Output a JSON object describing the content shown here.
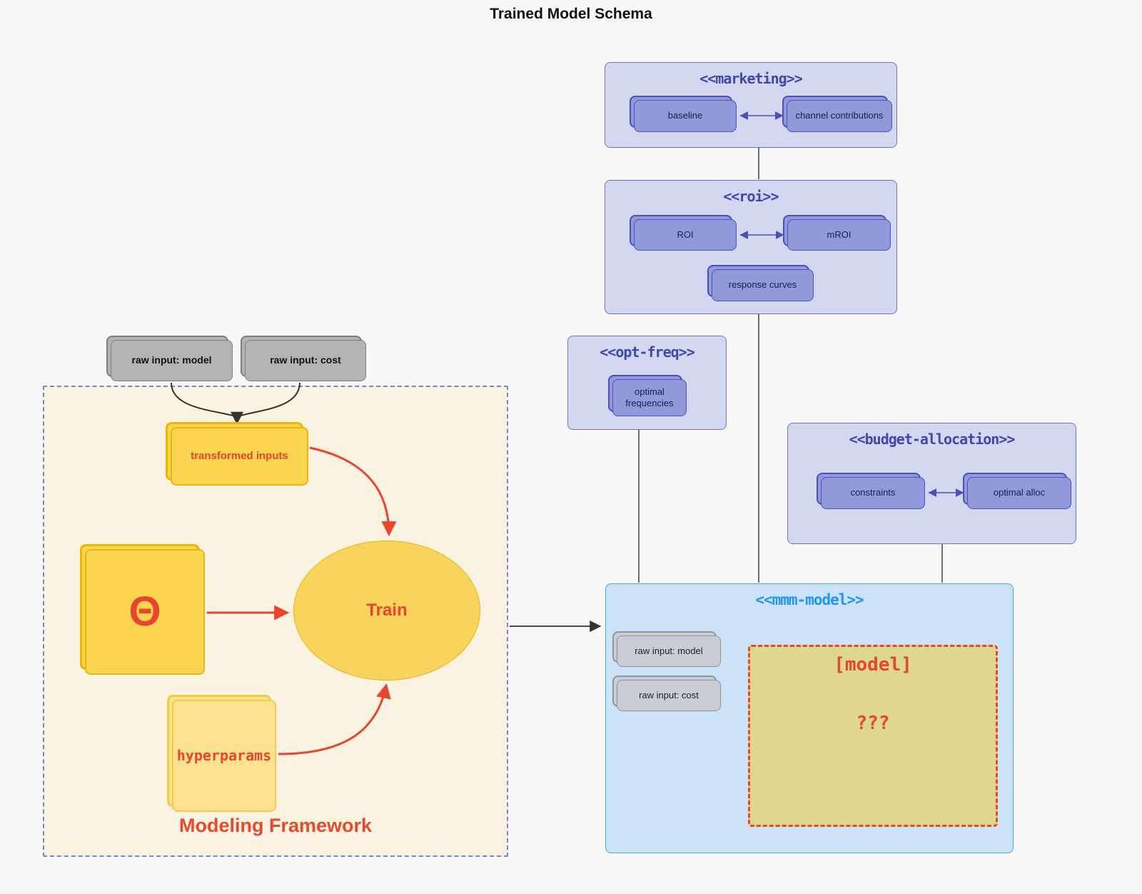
{
  "page": {
    "title": "Trained Model Schema"
  },
  "clusters": {
    "marketing": {
      "label": "<<marketing>>"
    },
    "roi": {
      "label": "<<roi>>"
    },
    "opt_freq": {
      "label": "<<opt-freq>>"
    },
    "budget_allocation": {
      "label": "<<budget-allocation>>"
    },
    "mmm_model": {
      "label": "<<mmm-model>>"
    },
    "framework": {
      "label": "Modeling Framework"
    }
  },
  "nodes": {
    "baseline": "baseline",
    "channel_contributions": "channel contributions",
    "roi": "ROI",
    "mroi": "mROI",
    "response_curves": "response curves",
    "optimal_frequencies": "optimal frequencies",
    "constraints": "constraints",
    "optimal_alloc": "optimal alloc",
    "raw_input_model": "raw input: model",
    "raw_input_cost": "raw input: cost",
    "mmm_raw_input_model": "raw input: model",
    "mmm_raw_input_cost": "raw input: cost",
    "transformed_inputs": "transformed inputs",
    "theta": "Θ",
    "train": "Train",
    "hyperparams": "hyperparams",
    "model_placeholder_title": "[model]",
    "model_placeholder_body": "???"
  },
  "colors": {
    "page_bg": "#f8f8f8",
    "purple_cluster_fill": "#d4d7f0",
    "purple_cluster_border": "#6d73c9",
    "purple_card_fill": "#9199da",
    "purple_card_border": "#4a52b9",
    "purple_title_text": "#3f48ae",
    "blue_cluster_fill": "#cce2f6",
    "blue_cluster_border": "#40a8f5",
    "blue_title_text": "#2196f3",
    "gray_card_fill": "#b3b3b3",
    "gray_card_border": "#7f7f7f",
    "mmm_gray_card_fill": "#c9ced6",
    "mmm_gray_card_border": "#8f959d",
    "framework_fill": "#faf3e2",
    "framework_border": "#7a80d4",
    "yellow_fill": "#fbd450",
    "yellow_border": "#edb508",
    "yellow_light_fill": "#fce28e",
    "yellow_light_border": "#f2ca4c",
    "khaki_fill": "#ded88f",
    "red_accent": "#e8442e",
    "edge_dark": "#444444"
  }
}
